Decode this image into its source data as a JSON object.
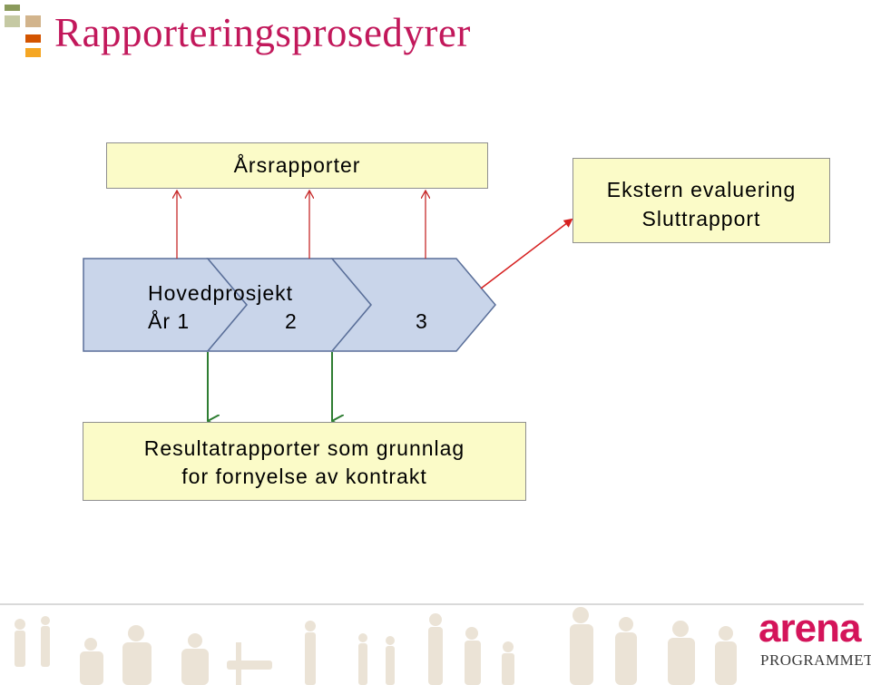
{
  "slide": {
    "title": "Rapporteringsprosedyrer"
  },
  "diagram": {
    "annual_reports_box": "Årsrapporter",
    "evaluation_box": {
      "line1": "Ekstern evaluering",
      "line2": "Sluttrapport"
    },
    "main_project": {
      "label": "Hovedprosjekt",
      "year_prefix": "År 1",
      "year2": "2",
      "year3": "3"
    },
    "results_box": {
      "line1": "Resultatrapporter som grunnlag",
      "line2": "for fornyelse av kontrakt"
    },
    "colors": {
      "title": "#c2185b",
      "report_box_fill": "#fbfbc8",
      "chevron_fill": "#c9d5ea",
      "chevron_stroke": "#5a6f99",
      "up_arrow": "#c62828",
      "down_arrow": "#2e7d32",
      "diagonal_arrow": "#d62020"
    }
  },
  "footer": {
    "logo_text": "arena",
    "logo_subtext": "PROGRAMMET"
  }
}
